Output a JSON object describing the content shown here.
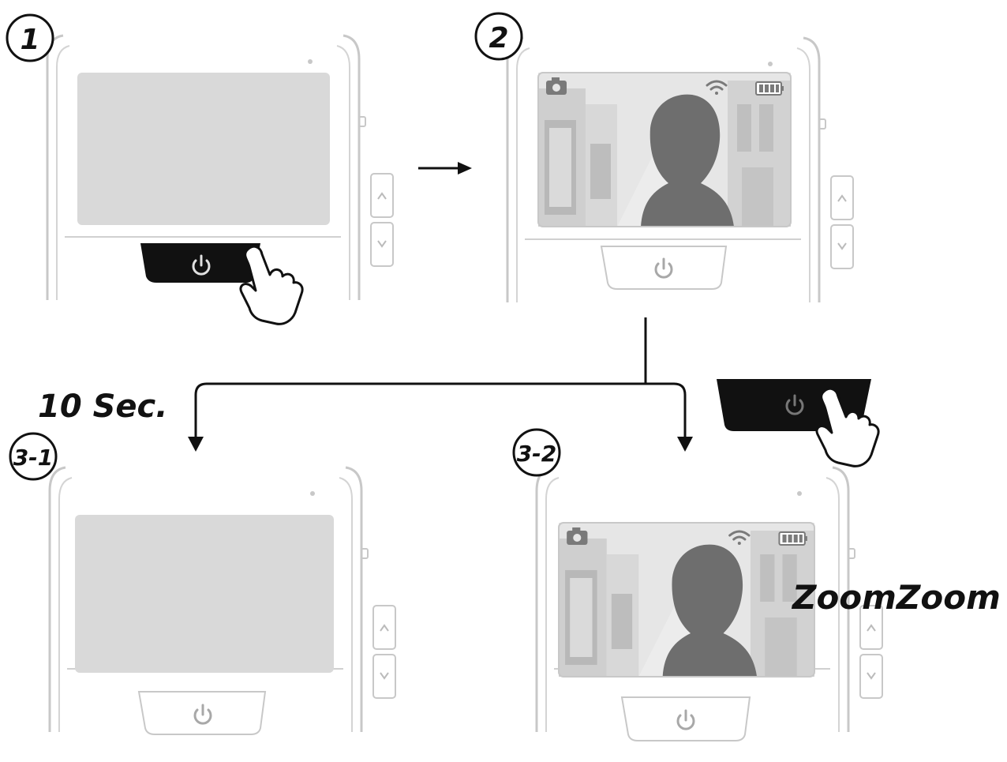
{
  "steps": {
    "s1": "1",
    "s2": "2",
    "s31": "3-1",
    "s32": "3-2"
  },
  "labels": {
    "timeout": "10 Sec.",
    "zoom": "ZoomZoom"
  },
  "icons": {
    "power": "power-icon",
    "camera": "camera-icon",
    "wifi": "wifi-icon",
    "battery": "battery-icon",
    "hand": "hand-pointer-icon",
    "up": "up-arrow-icon",
    "down": "down-arrow-icon"
  },
  "colors": {
    "ink": "#111111",
    "outline": "#c8c8c8",
    "screen_off": "#d9d9d9",
    "silhouette": "#6e6e6e",
    "button_active": "#111111"
  }
}
